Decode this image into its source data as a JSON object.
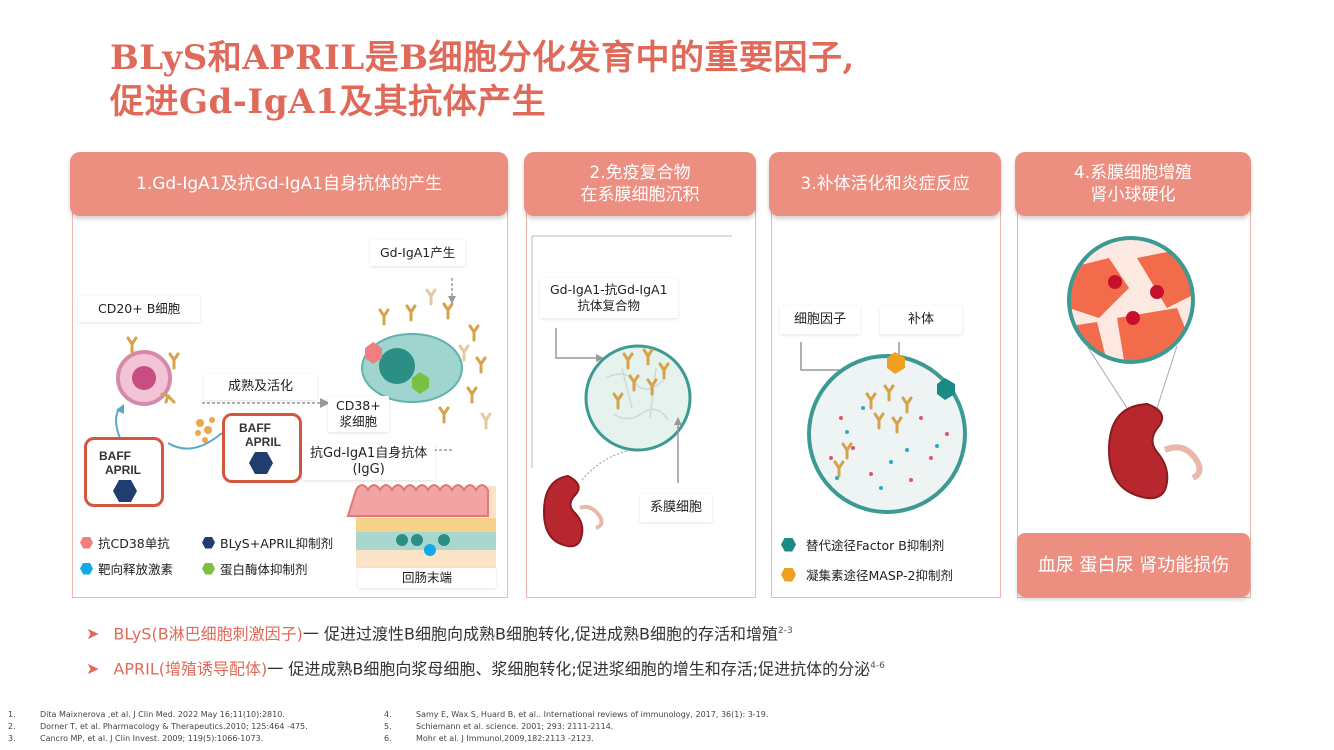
{
  "title": {
    "line1": "BLyS和APRIL是B细胞分化发育中的重要因子,",
    "line2": "促进Gd-IgA1及其抗体产生"
  },
  "colors": {
    "accent": "#e06a5a",
    "header_bg": "#ec8f81",
    "panel_border": "#f0b8ad"
  },
  "panels": {
    "p1": {
      "header": "1.Gd-IgA1及抗Gd-IgA1自身抗体的产生",
      "gd_iga1_production": "Gd-IgA1产生",
      "cd20_b_cell": "CD20+ B细胞",
      "maturation_activation": "成熟及活化",
      "cd38_line1": "CD38+",
      "cd38_line2": "浆细胞",
      "baff_label": "BAFF",
      "april_label": "APRIL",
      "antibody_line1": "抗Gd-IgA1自身抗体",
      "antibody_line2": "(IgG)",
      "ileum_label": "回肠末端",
      "legend": [
        {
          "label": "抗CD38单抗",
          "color": "#f08080",
          "icon": "hexagon"
        },
        {
          "label": "BLyS+APRIL抑制剂",
          "color": "#1f3d6e",
          "icon": "hexagon"
        },
        {
          "label": "靶向释放激素",
          "color": "#11a9e6",
          "icon": "hexagon"
        },
        {
          "label": "蛋白酶体抑制剂",
          "color": "#7bc043",
          "icon": "hexagon"
        }
      ]
    },
    "p2": {
      "header_line1": "2.免疫复合物",
      "header_line2": "在系膜细胞沉积",
      "complex_line1": "Gd-IgA1-抗Gd-IgA1",
      "complex_line2": "抗体复合物",
      "mesangial": "系膜细胞"
    },
    "p3": {
      "header": "3.补体活化和炎症反应",
      "cytokine": "细胞因子",
      "complement": "补体",
      "legend": [
        {
          "label": "替代途径Factor B抑制剂",
          "color": "#1b8a84",
          "icon": "hexagon"
        },
        {
          "label": "凝集素途径MASP-2抑制剂",
          "color": "#f0a020",
          "icon": "hexagon"
        }
      ]
    },
    "p4": {
      "header_line1": "4.系膜细胞增殖",
      "header_line2": "肾小球硬化",
      "outcome": "血尿 蛋白尿 肾功能损伤"
    }
  },
  "bullets": [
    {
      "arrow": "➤",
      "key": "BLyS(B淋巴细胞刺激因子)",
      "text": "一 促进过渡性B细胞向成熟B细胞转化,促进成熟B细胞的存活和增殖",
      "sup": "2-3"
    },
    {
      "arrow": "➤",
      "key": "APRIL(增殖诱导配体)",
      "text": "一 促进成熟B细胞向浆母细胞、浆细胞转化;促进浆细胞的增生和存活;促进抗体的分泌",
      "sup": "4-6"
    }
  ],
  "references": [
    {
      "n": "1.",
      "text": "Dita Maixnerova ,et al. J Clin Med. 2022 May 16;11(10):2810."
    },
    {
      "n": "2.",
      "text": "Dorner T, et al. Pharmacology & Therapeutics.2010; 125:464 -475."
    },
    {
      "n": "3.",
      "text": "Cancro MP, et al. J Clin Invest. 2009; 119(5):1066-1073."
    },
    {
      "n": "4.",
      "text": "Samy E, Wax S, Huard B, et al.. International reviews of immunology, 2017, 36(1): 3-19."
    },
    {
      "n": "5.",
      "text": "Schiemann et al. science. 2001; 293: 2111-2114."
    },
    {
      "n": "6.",
      "text": "Mohr et al. J Immunol,2009,182:2113 -2123."
    }
  ]
}
